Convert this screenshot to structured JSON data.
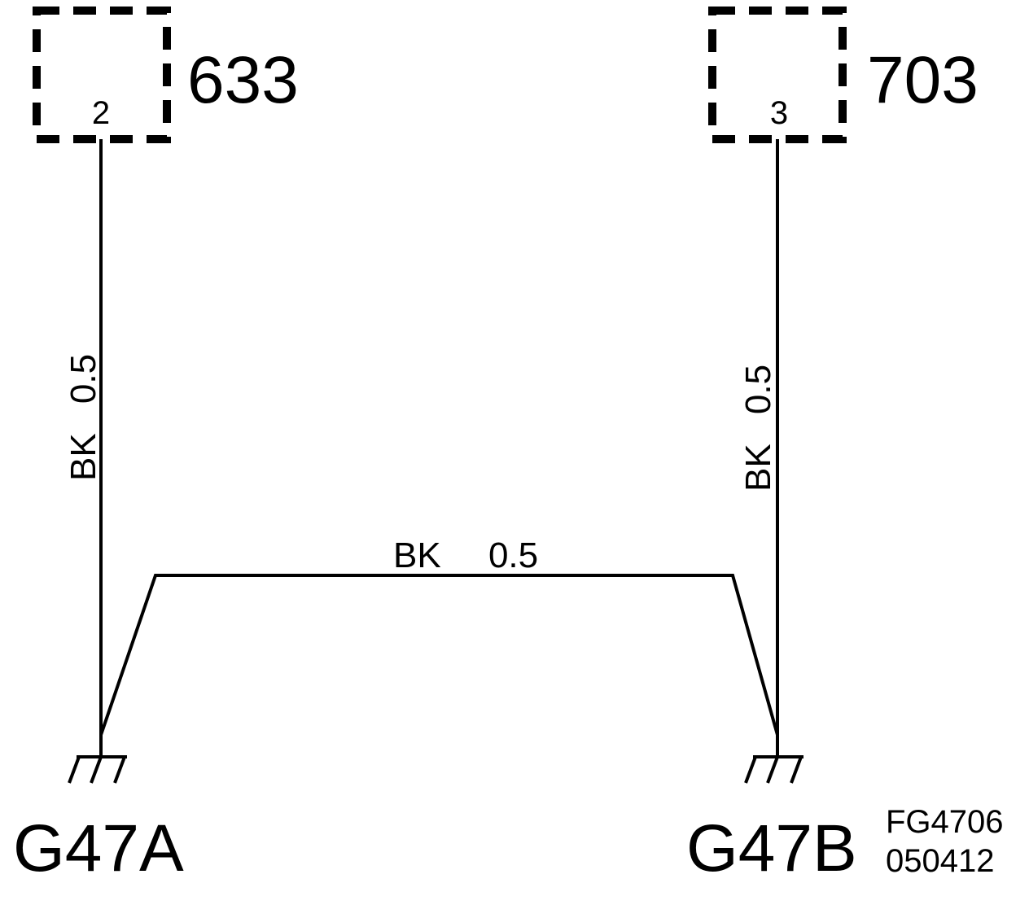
{
  "connectors": [
    {
      "id": "633",
      "pin": "2"
    },
    {
      "id": "703",
      "pin": "3"
    }
  ],
  "wires": {
    "left_vertical": {
      "color": "BK",
      "size": "0.5"
    },
    "right_vertical": {
      "color": "BK",
      "size": "0.5"
    },
    "bridge": {
      "color": "BK",
      "size": "0.5"
    }
  },
  "grounds": [
    {
      "id": "G47A"
    },
    {
      "id": "G47B"
    }
  ],
  "reference": {
    "line1": "FG4706",
    "line2": "050412"
  },
  "colors": {
    "ink": "#000000",
    "background": "#ffffff"
  },
  "icons": {
    "ground": "ground-symbol-icon"
  }
}
